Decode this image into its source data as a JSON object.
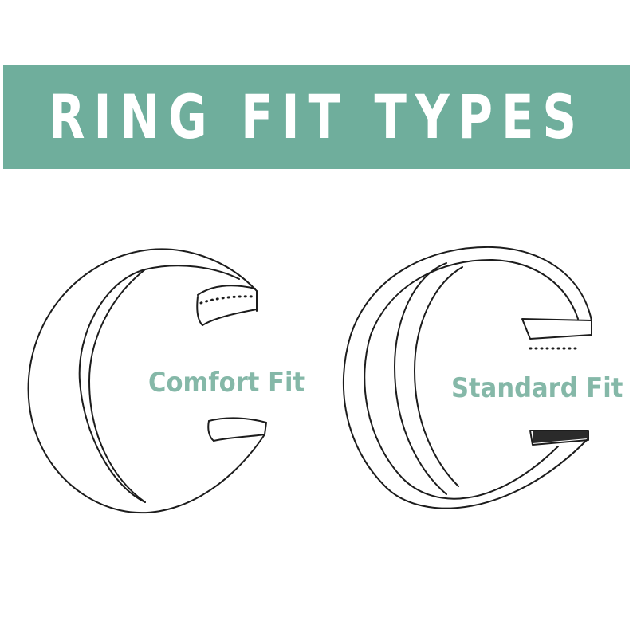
{
  "header": {
    "title": "RING FIT TYPES",
    "color": "#6fae9c"
  },
  "rings": [
    {
      "label": "Comfort Fit",
      "label_color": "#85b8a8"
    },
    {
      "label": "Standard Fit",
      "label_color": "#85b8a8"
    }
  ]
}
